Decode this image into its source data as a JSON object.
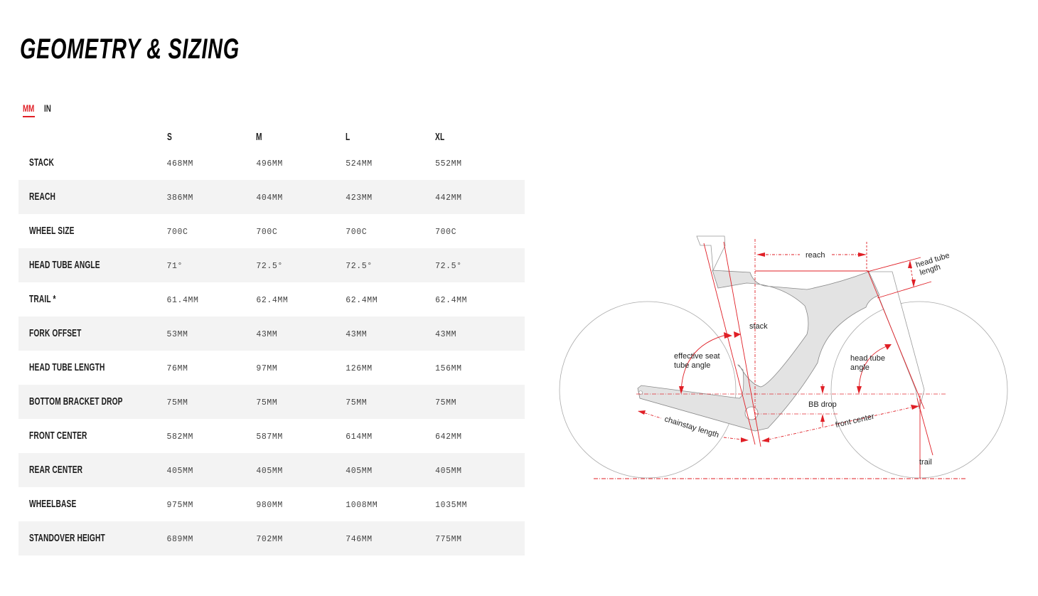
{
  "page": {
    "title": "GEOMETRY & SIZING"
  },
  "units": {
    "selected": "MM",
    "options": [
      {
        "label": "MM",
        "active": true
      },
      {
        "label": "IN",
        "active": false
      }
    ]
  },
  "colors": {
    "accent": "#e01f26",
    "row_alt_bg": "#f3f3f3",
    "frame_fill": "#e3e3e3"
  },
  "table": {
    "columns": [
      "",
      "S",
      "M",
      "L",
      "XL"
    ],
    "rows": [
      {
        "label": "STACK",
        "values": [
          "468MM",
          "496MM",
          "524MM",
          "552MM"
        ]
      },
      {
        "label": "REACH",
        "values": [
          "386MM",
          "404MM",
          "423MM",
          "442MM"
        ]
      },
      {
        "label": "WHEEL SIZE",
        "values": [
          "700C",
          "700C",
          "700C",
          "700C"
        ]
      },
      {
        "label": "HEAD TUBE ANGLE",
        "values": [
          "71°",
          "72.5°",
          "72.5°",
          "72.5°"
        ]
      },
      {
        "label": "TRAIL *",
        "values": [
          "61.4MM",
          "62.4MM",
          "62.4MM",
          "62.4MM"
        ]
      },
      {
        "label": "FORK OFFSET",
        "values": [
          "53MM",
          "43MM",
          "43MM",
          "43MM"
        ]
      },
      {
        "label": "HEAD TUBE LENGTH",
        "values": [
          "76MM",
          "97MM",
          "126MM",
          "156MM"
        ]
      },
      {
        "label": "BOTTOM BRACKET DROP",
        "values": [
          "75MM",
          "75MM",
          "75MM",
          "75MM"
        ]
      },
      {
        "label": "FRONT CENTER",
        "values": [
          "582MM",
          "587MM",
          "614MM",
          "642MM"
        ]
      },
      {
        "label": "REAR CENTER",
        "values": [
          "405MM",
          "405MM",
          "405MM",
          "405MM"
        ]
      },
      {
        "label": "WHEELBASE",
        "values": [
          "975MM",
          "980MM",
          "1008MM",
          "1035MM"
        ]
      },
      {
        "label": "STANDOVER HEIGHT",
        "values": [
          "689MM",
          "702MM",
          "746MM",
          "775MM"
        ]
      }
    ]
  },
  "diagram": {
    "labels": {
      "reach": "reach",
      "head_tube_length_1": "head tube",
      "head_tube_length_2": "length",
      "stack": "stack",
      "seat_angle_1": "effective seat",
      "seat_angle_2": "tube angle",
      "head_angle_1": "head tube",
      "head_angle_2": "angle",
      "bb_drop": "BB drop",
      "front_center": "front center",
      "chainstay": "chainstay length",
      "trail": "trail"
    }
  }
}
